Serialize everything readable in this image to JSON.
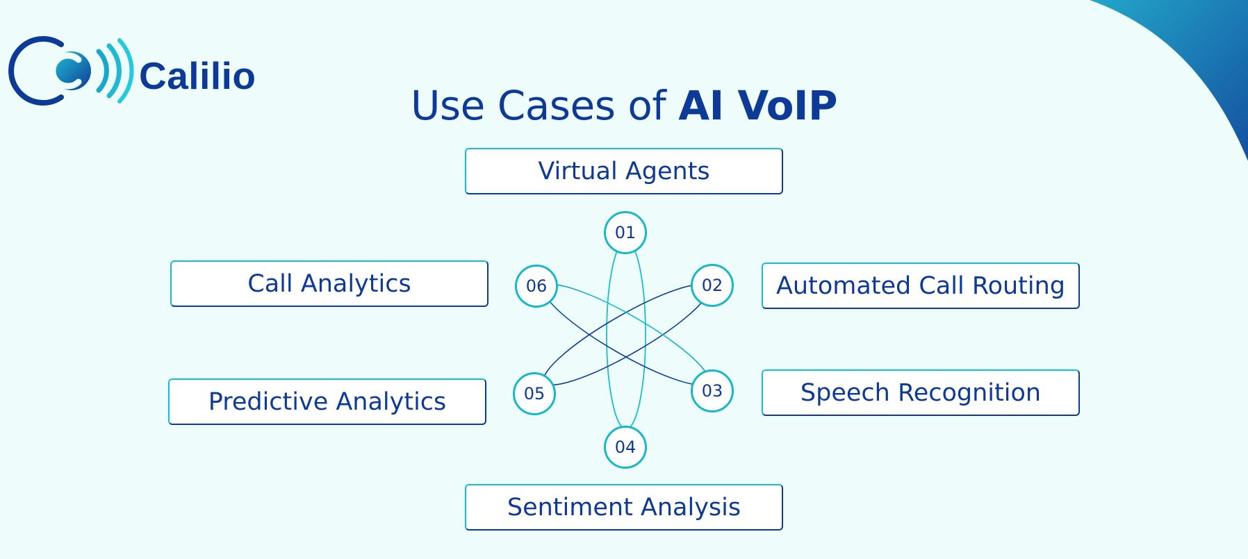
{
  "brand": {
    "name": "Calilio"
  },
  "title": {
    "light": "Use Cases of ",
    "bold": "AI VoIP"
  },
  "use_cases": [
    {
      "number": "01",
      "label": "Virtual Agents"
    },
    {
      "number": "02",
      "label": "Automated Call Routing"
    },
    {
      "number": "03",
      "label": "Speech Recognition"
    },
    {
      "number": "04",
      "label": "Sentiment Analysis"
    },
    {
      "number": "05",
      "label": "Predictive Analytics"
    },
    {
      "number": "06",
      "label": "Call Analytics"
    }
  ],
  "colors": {
    "navy": "#0d3a96",
    "cyan": "#16bfd0",
    "background": "#eefcfc",
    "corner_gradient_start": "#22a7c9",
    "corner_gradient_end": "#1450a0"
  },
  "icons": [
    "calilio-logo-icon"
  ]
}
